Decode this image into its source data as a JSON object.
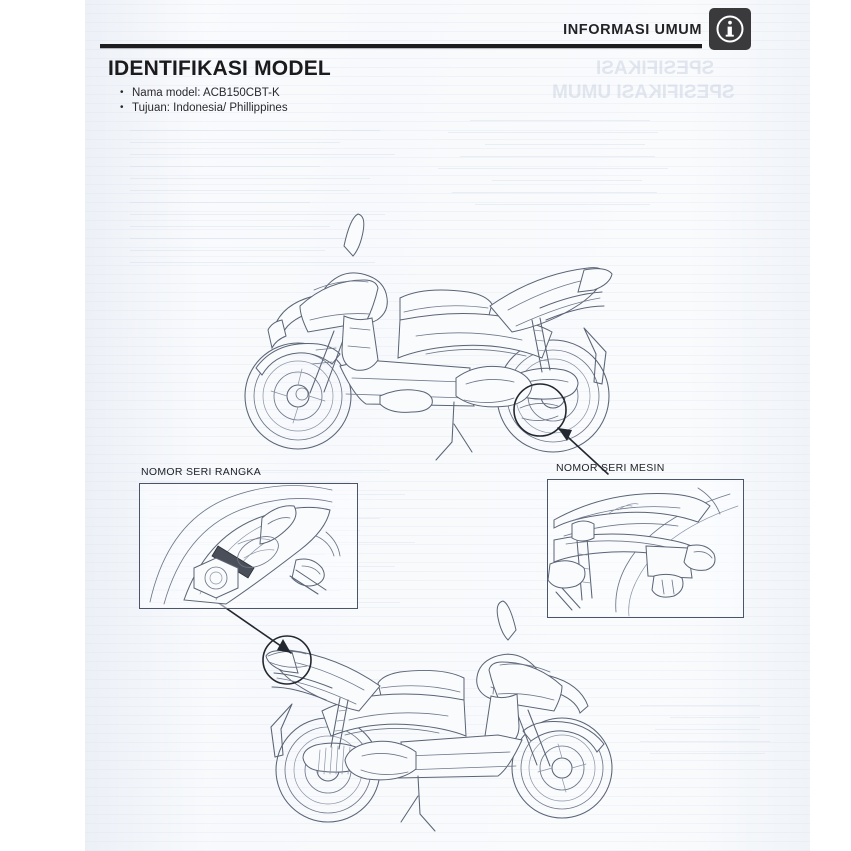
{
  "page": {
    "header_title": "INFORMASI UMUM",
    "header_icon": "info-icon",
    "section_title": "IDENTIFIKASI MODEL",
    "bullets": [
      "Nama model: ACB150CBT-K",
      "Tujuan: Indonesia/ Phillippines"
    ]
  },
  "callouts": [
    {
      "id": "frame-serial",
      "label": "NOMOR SERI RANGKA",
      "caption": "Detail close-up of frame serial number stamping location"
    },
    {
      "id": "engine-serial",
      "label": "NOMOR SERI MESIN",
      "caption": "Detail close-up of engine serial number stamping location"
    }
  ],
  "illustrations": [
    {
      "id": "scooter-left-view",
      "caption": "Line drawing of scooter, left side view, facing left"
    },
    {
      "id": "scooter-right-view",
      "caption": "Line drawing of scooter, right side view, facing right"
    }
  ],
  "bleed_through": {
    "note": "Mirrored show-through text from the reverse side of the scanned page",
    "lines": [
      "SPESIFIKASI",
      "SPESIFIKASI UMUM"
    ]
  },
  "colors": {
    "ink": "#23272f",
    "line_art": "#5a6475",
    "paper": "#f8fafc",
    "icon_background": "#3a3a3c",
    "bleed_text": "#b9c4d8"
  }
}
